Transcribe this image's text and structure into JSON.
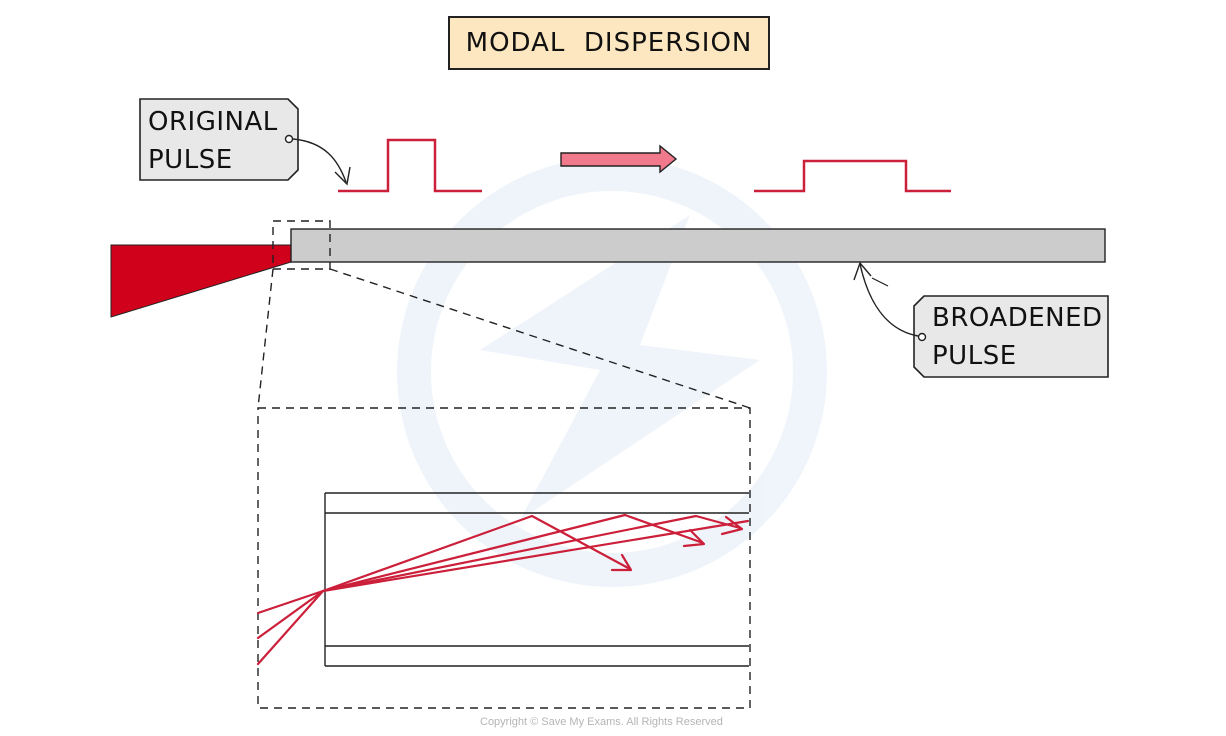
{
  "title": "MODAL  DISPERSION",
  "labels": {
    "original_line1": "ORIGINAL",
    "original_line2": "PULSE",
    "broadened_line1": "BROADENED",
    "broadened_line2": "PULSE"
  },
  "copyright": "Copyright © Save My Exams. All Rights Reserved",
  "colors": {
    "pulse": "#cc1f3a",
    "light": "#d0021b",
    "fibre": "#cccccc",
    "tag": "#e8e8e8",
    "title_bg": "#fde7c0",
    "arrow": "#f07a8c"
  }
}
